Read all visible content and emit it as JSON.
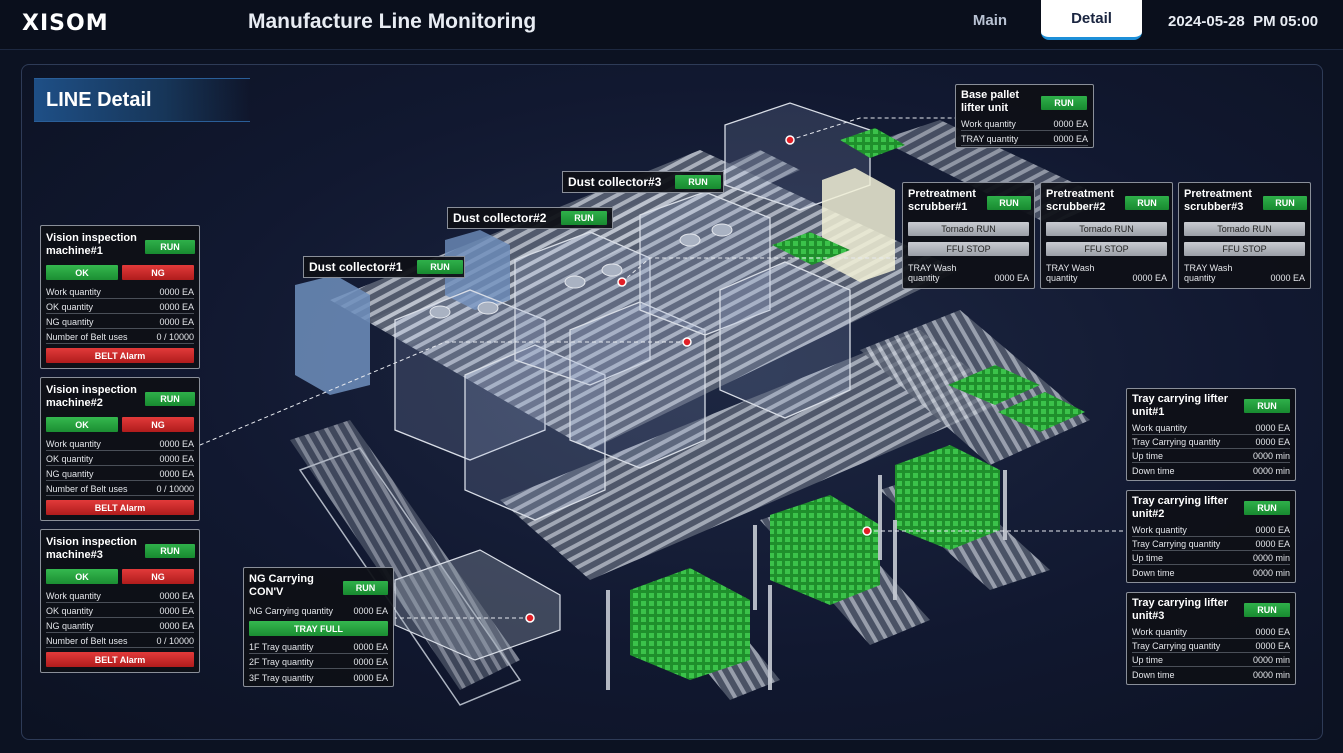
{
  "header": {
    "logo": "XISOM",
    "title": "Manufacture Line Monitoring",
    "tabs": [
      {
        "label": "Main",
        "active": false
      },
      {
        "label": "Detail",
        "active": true
      }
    ],
    "date": "2024-05-28",
    "time": "PM 05:00"
  },
  "section_title": "LINE Detail",
  "colors": {
    "run": "#1f9a38",
    "ng": "#c92626",
    "alarm": "#c92626",
    "accent": "#1c8fd8",
    "panel_bg": "#0e1016"
  },
  "vision": [
    {
      "title": "Vision inspection machine#1",
      "status": "RUN",
      "ok": "OK",
      "ng": "NG",
      "rows": [
        [
          "Work quantity",
          "0000 EA"
        ],
        [
          "OK quantity",
          "0000 EA"
        ],
        [
          "NG quantity",
          "0000 EA"
        ],
        [
          "Number of Belt uses",
          "0 / 10000"
        ]
      ],
      "alarm": "BELT Alarm"
    },
    {
      "title": "Vision inspection machine#2",
      "status": "RUN",
      "ok": "OK",
      "ng": "NG",
      "rows": [
        [
          "Work quantity",
          "0000 EA"
        ],
        [
          "OK quantity",
          "0000 EA"
        ],
        [
          "NG quantity",
          "0000 EA"
        ],
        [
          "Number of Belt uses",
          "0 / 10000"
        ]
      ],
      "alarm": "BELT Alarm"
    },
    {
      "title": "Vision inspection machine#3",
      "status": "RUN",
      "ok": "OK",
      "ng": "NG",
      "rows": [
        [
          "Work quantity",
          "0000 EA"
        ],
        [
          "OK quantity",
          "0000 EA"
        ],
        [
          "NG quantity",
          "0000 EA"
        ],
        [
          "Number of Belt uses",
          "0 / 10000"
        ]
      ],
      "alarm": "BELT Alarm"
    }
  ],
  "dust": [
    {
      "label": "Dust collector#1",
      "status": "RUN"
    },
    {
      "label": "Dust collector#2",
      "status": "RUN"
    },
    {
      "label": "Dust collector#3",
      "status": "RUN"
    }
  ],
  "base_pallet": {
    "title": "Base pallet lifter unit",
    "status": "RUN",
    "rows": [
      [
        "Work quantity",
        "0000 EA"
      ],
      [
        "TRAY quantity",
        "0000 EA"
      ]
    ]
  },
  "scrubbers": [
    {
      "title": "Pretreatment scrubber#1",
      "status": "RUN",
      "btn1": "Tornado RUN",
      "btn2": "FFU STOP",
      "wash_label": "TRAY Wash quantity",
      "wash_value": "0000 EA"
    },
    {
      "title": "Pretreatment scrubber#2",
      "status": "RUN",
      "btn1": "Tornado RUN",
      "btn2": "FFU STOP",
      "wash_label": "TRAY Wash quantity",
      "wash_value": "0000 EA"
    },
    {
      "title": "Pretreatment scrubber#3",
      "status": "RUN",
      "btn1": "Tornado RUN",
      "btn2": "FFU STOP",
      "wash_label": "TRAY Wash quantity",
      "wash_value": "0000 EA"
    }
  ],
  "tray_lifters": [
    {
      "title": "Tray carrying lifter unit#1",
      "status": "RUN",
      "rows": [
        [
          "Work quantity",
          "0000 EA"
        ],
        [
          "Tray Carrying quantity",
          "0000 EA"
        ],
        [
          "Up time",
          "0000 min"
        ],
        [
          "Down time",
          "0000 min"
        ]
      ]
    },
    {
      "title": "Tray carrying lifter unit#2",
      "status": "RUN",
      "rows": [
        [
          "Work quantity",
          "0000 EA"
        ],
        [
          "Tray Carrying quantity",
          "0000 EA"
        ],
        [
          "Up time",
          "0000 min"
        ],
        [
          "Down time",
          "0000 min"
        ]
      ]
    },
    {
      "title": "Tray carrying lifter unit#3",
      "status": "RUN",
      "rows": [
        [
          "Work quantity",
          "0000 EA"
        ],
        [
          "Tray Carrying quantity",
          "0000 EA"
        ],
        [
          "Up time",
          "0000 min"
        ],
        [
          "Down time",
          "0000 min"
        ]
      ]
    }
  ],
  "ng_carrying": {
    "title": "NG Carrying CON'V",
    "status": "RUN",
    "qty_label": "NG Carrying quantity",
    "qty_value": "0000 EA",
    "tray_full": "TRAY FULL",
    "rows": [
      [
        "1F Tray quantity",
        "0000 EA"
      ],
      [
        "2F Tray quantity",
        "0000 EA"
      ],
      [
        "3F Tray quantity",
        "0000 EA"
      ]
    ]
  }
}
